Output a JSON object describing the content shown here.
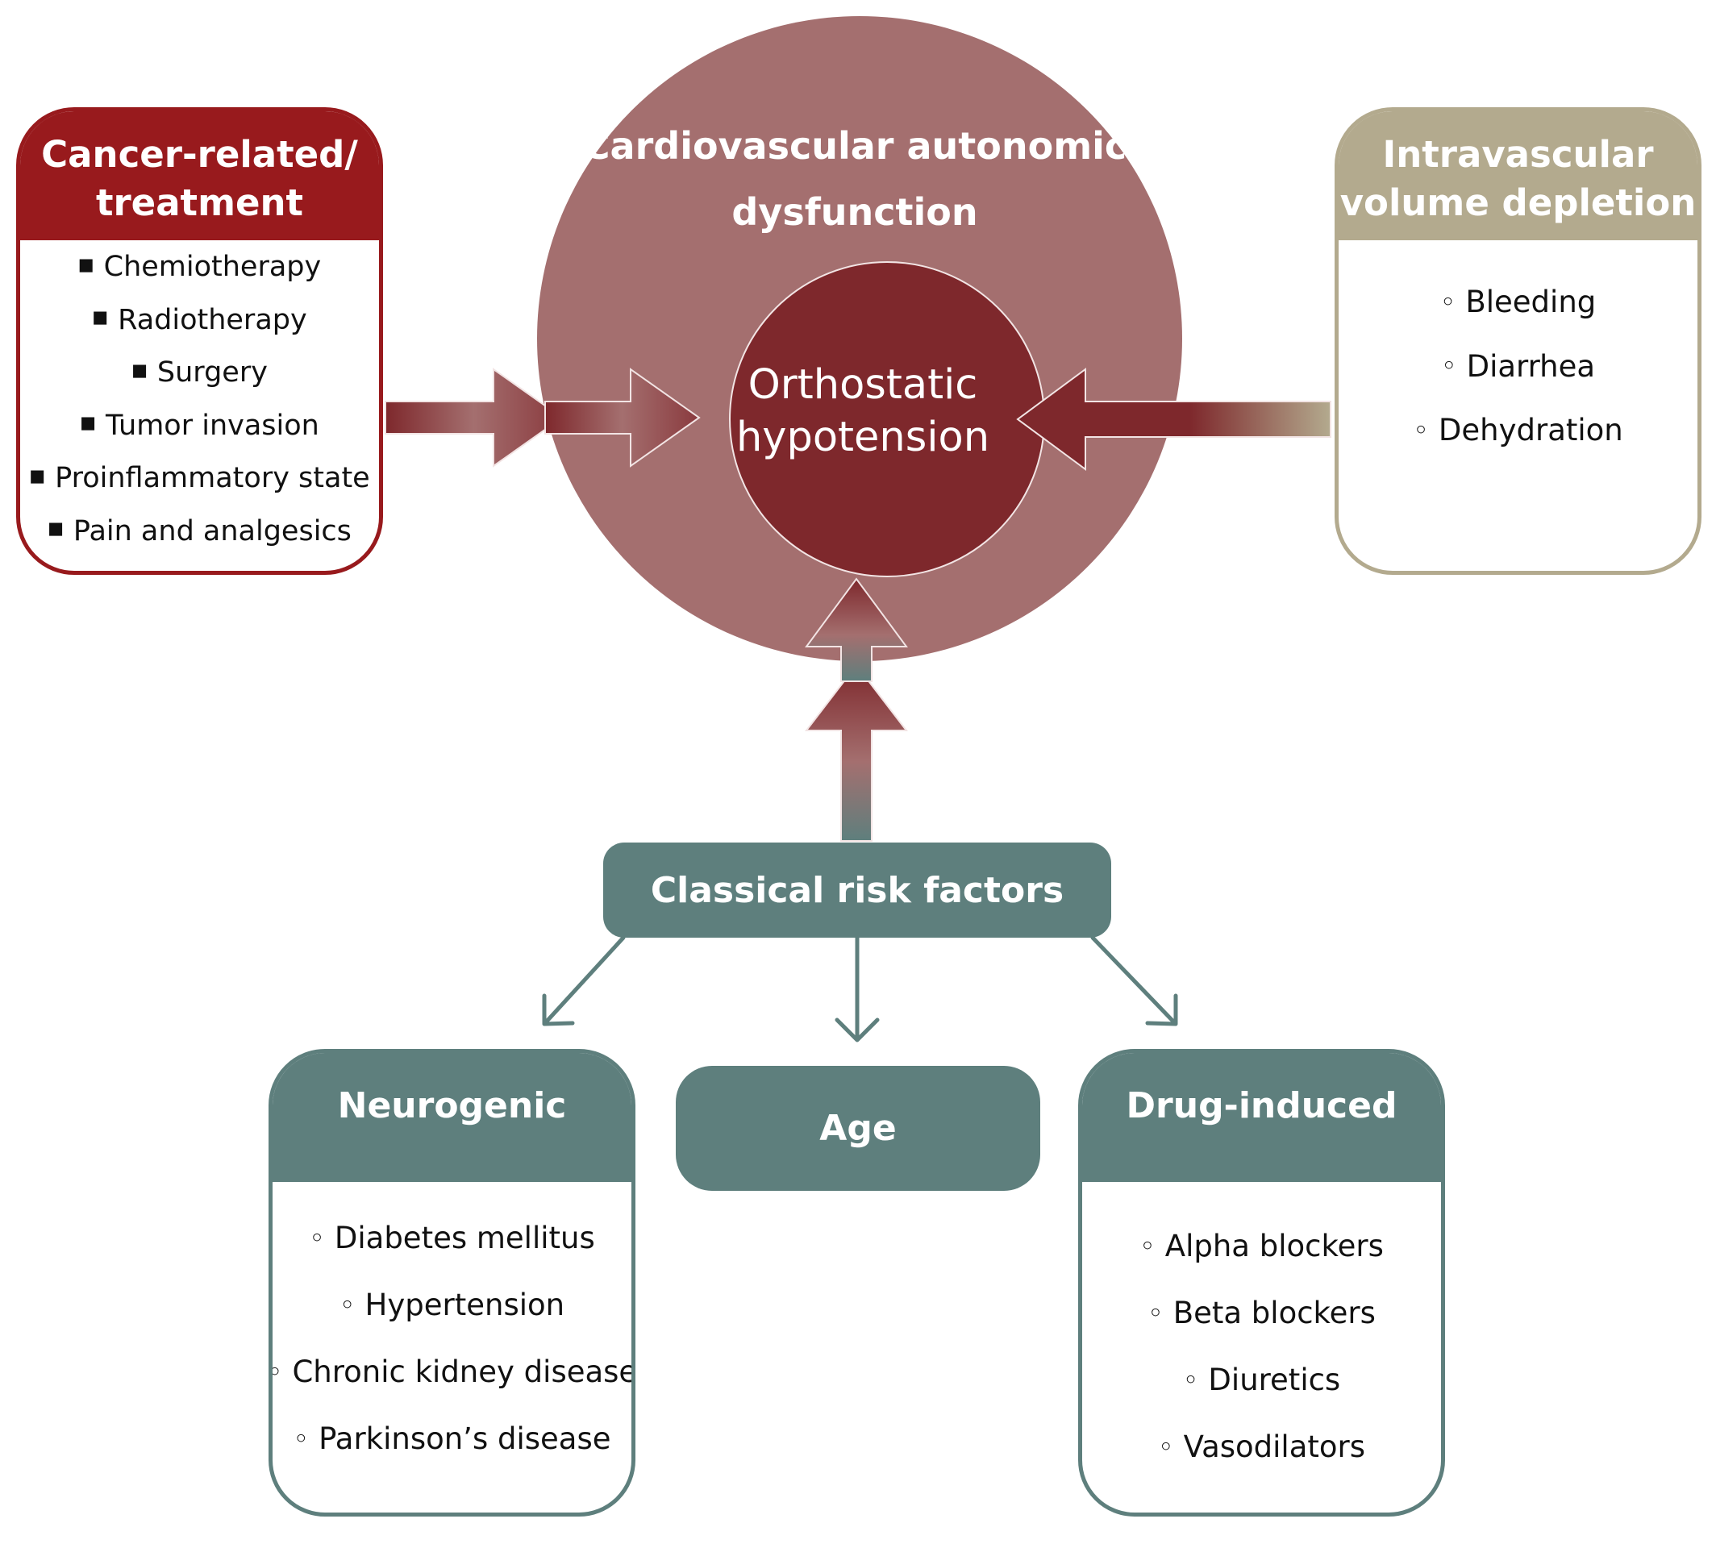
{
  "colors": {
    "cancer": "#981a1d",
    "intravascular": "#b3aa8e",
    "classical": "#5e7f7d",
    "outer_circle": "#a46f6f",
    "inner_circle": "#7e282c"
  },
  "cardiovascular": {
    "title": "Cardiovascular autonomic dysfunction"
  },
  "orthostatic": {
    "title": "Orthostatic hypotension"
  },
  "cancer": {
    "title": "Cancer-related/ treatment",
    "items": [
      "Chemiotherapy",
      "Radiotherapy",
      "Surgery",
      "Tumor invasion",
      "Proinflammatory state",
      "Pain and analgesics"
    ]
  },
  "intravascular": {
    "title": "Intravascular volume depletion",
    "items": [
      "Bleeding",
      "Diarrhea",
      "Dehydration"
    ]
  },
  "classical": {
    "title": "Classical risk factors"
  },
  "neurogenic": {
    "title": "Neurogenic",
    "items": [
      "Diabetes mellitus",
      "Hypertension",
      "Chronic kidney disease",
      "Parkinson’s disease"
    ]
  },
  "age": {
    "title": "Age"
  },
  "drug": {
    "title": "Drug-induced",
    "items": [
      "Alpha blockers",
      "Beta blockers",
      "Diuretics",
      "Vasodilators"
    ]
  }
}
